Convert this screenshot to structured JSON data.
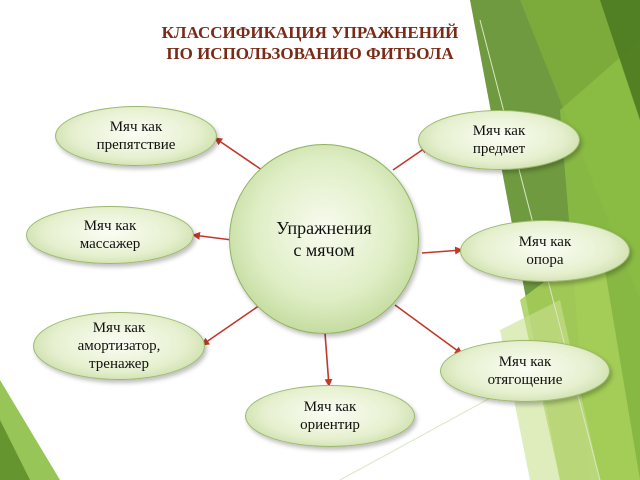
{
  "title": {
    "line1": "КЛАССИФИКАЦИЯ УПРАЖНЕНИЙ",
    "line2": "ПО ИСПОЛЬЗОВАНИЮ ФИТБОЛА"
  },
  "center": {
    "label": "Упражнения\nс мячом"
  },
  "nodes": [
    {
      "id": "obstacle",
      "label": "Мяч как\nпрепятствие"
    },
    {
      "id": "object",
      "label": "Мяч как\nпредмет"
    },
    {
      "id": "massager",
      "label": "Мяч как\nмассажер"
    },
    {
      "id": "support",
      "label": "Мяч как\nопора"
    },
    {
      "id": "shock-absorber",
      "label": "Мяч как\nамортизатор,\nтренажер"
    },
    {
      "id": "weight",
      "label": "Мяч как\nотягощение"
    },
    {
      "id": "landmark",
      "label": "Мяч как\nориентир"
    }
  ],
  "colors": {
    "title": "#7a2a17",
    "arrow": "#c0392b",
    "green_dark": "#6fa033",
    "green_light": "#a8cc5a"
  }
}
